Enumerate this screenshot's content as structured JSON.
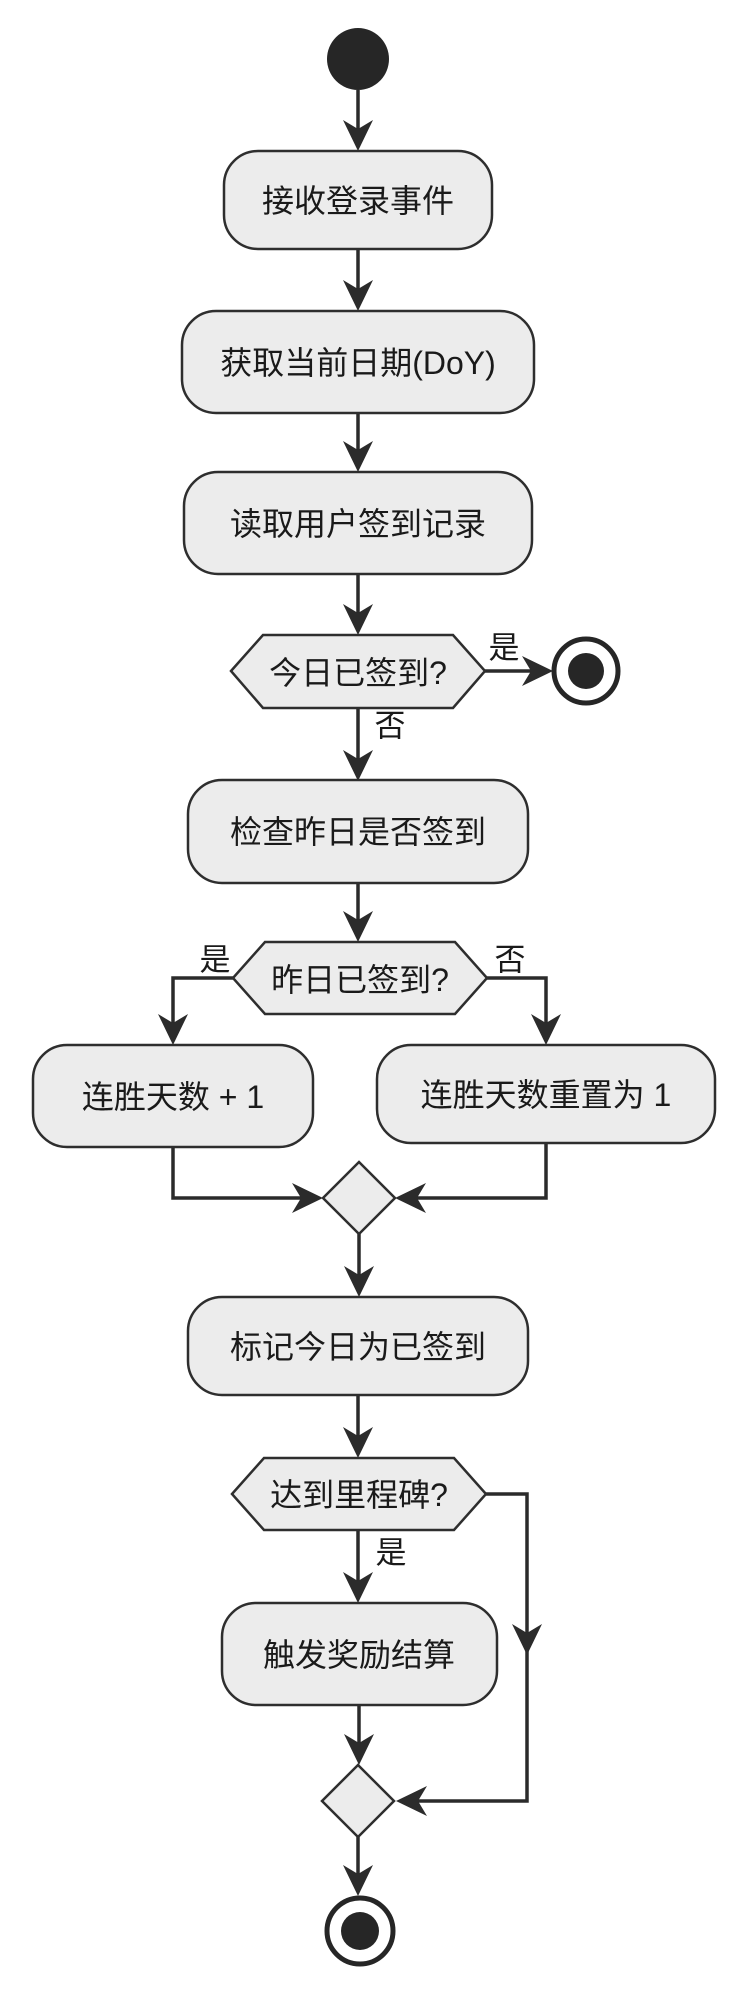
{
  "diagram": {
    "type": "activity-flowchart",
    "direction": "top-down",
    "colors": {
      "background": "#ffffff",
      "node_fill": "#ececec",
      "node_stroke": "#2e2e2e",
      "edge_color": "#2b2b2b",
      "text_color": "#1a1a1a",
      "terminal_color": "#262626"
    },
    "nodes": {
      "start": {
        "type": "start-circle",
        "label": ""
      },
      "receive_login": {
        "type": "process",
        "label": "接收登录事件"
      },
      "get_date": {
        "type": "process",
        "label": "获取当前日期(DoY)"
      },
      "read_record": {
        "type": "process",
        "label": "读取用户签到记录"
      },
      "today_checked": {
        "type": "decision",
        "label": "今日已签到?"
      },
      "end_early": {
        "type": "end-circle",
        "label": ""
      },
      "check_yesterday": {
        "type": "process",
        "label": "检查昨日是否签到"
      },
      "yesterday_checked": {
        "type": "decision",
        "label": "昨日已签到?"
      },
      "streak_plus": {
        "type": "process",
        "label": "连胜天数 + 1"
      },
      "streak_reset": {
        "type": "process",
        "label": "连胜天数重置为 1"
      },
      "merge_streak": {
        "type": "merge-diamond",
        "label": ""
      },
      "mark_today": {
        "type": "process",
        "label": "标记今日为已签到"
      },
      "milestone": {
        "type": "decision",
        "label": "达到里程碑?"
      },
      "trigger_reward": {
        "type": "process",
        "label": "触发奖励结算"
      },
      "merge_reward": {
        "type": "merge-diamond",
        "label": ""
      },
      "end_final": {
        "type": "end-circle",
        "label": ""
      }
    },
    "edges": [
      {
        "from": "start",
        "to": "receive_login",
        "label": ""
      },
      {
        "from": "receive_login",
        "to": "get_date",
        "label": ""
      },
      {
        "from": "get_date",
        "to": "read_record",
        "label": ""
      },
      {
        "from": "read_record",
        "to": "today_checked",
        "label": ""
      },
      {
        "from": "today_checked",
        "to": "end_early",
        "label": "是"
      },
      {
        "from": "today_checked",
        "to": "check_yesterday",
        "label": "否"
      },
      {
        "from": "check_yesterday",
        "to": "yesterday_checked",
        "label": ""
      },
      {
        "from": "yesterday_checked",
        "to": "streak_plus",
        "label": "是"
      },
      {
        "from": "yesterday_checked",
        "to": "streak_reset",
        "label": "否"
      },
      {
        "from": "streak_plus",
        "to": "merge_streak",
        "label": ""
      },
      {
        "from": "streak_reset",
        "to": "merge_streak",
        "label": ""
      },
      {
        "from": "merge_streak",
        "to": "mark_today",
        "label": ""
      },
      {
        "from": "mark_today",
        "to": "milestone",
        "label": ""
      },
      {
        "from": "milestone",
        "to": "trigger_reward",
        "label": "是"
      },
      {
        "from": "milestone",
        "to": "merge_reward",
        "label": ""
      },
      {
        "from": "trigger_reward",
        "to": "merge_reward",
        "label": ""
      },
      {
        "from": "merge_reward",
        "to": "end_final",
        "label": ""
      }
    ]
  }
}
